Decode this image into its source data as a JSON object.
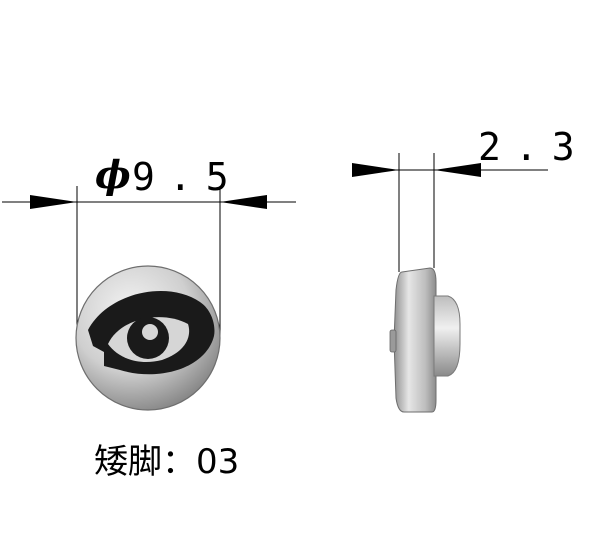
{
  "front_view": {
    "diameter_symbol": "ϕ",
    "diameter_value": "9.5",
    "icon": "eye-icon"
  },
  "side_view": {
    "thickness_value": "2.3"
  },
  "caption": {
    "text": "矮脚：03"
  },
  "colors": {
    "line": "#000000",
    "body_light": "#e2e2e2",
    "body_dark": "#8a8a8a",
    "icon": "#1a1a1a"
  }
}
